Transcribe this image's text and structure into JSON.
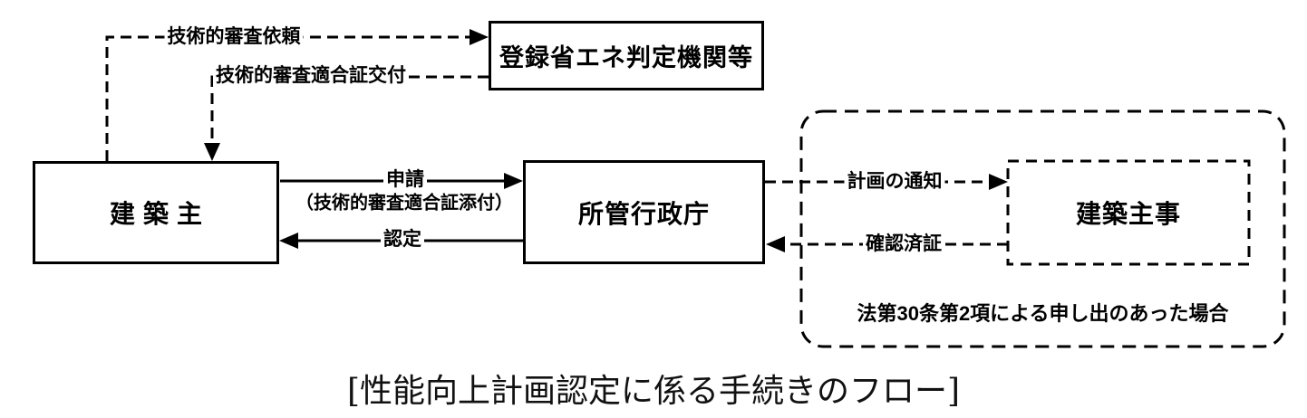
{
  "diagram": {
    "boxes": {
      "energy_org": "登録省エネ判定機関等",
      "building_owner": "建築主",
      "admin_agency": "所管行政庁",
      "building_official": "建築主事"
    },
    "arrows": {
      "tech_review_request": "技術的審査依頼",
      "tech_review_cert_issue": "技術的審査適合証交付",
      "application": "申請",
      "application_attachment": "（技術的審査適合証添付）",
      "certification": "認定",
      "plan_notice": "計画の通知",
      "confirmation_cert": "確認済証"
    },
    "notes": {
      "law_case": "法第30条第2項による申し出のあった場合"
    },
    "caption": "[性能向上計画認定に係る手続きのフロー]",
    "colors": {
      "line": "#000000",
      "background": "#ffffff"
    }
  }
}
